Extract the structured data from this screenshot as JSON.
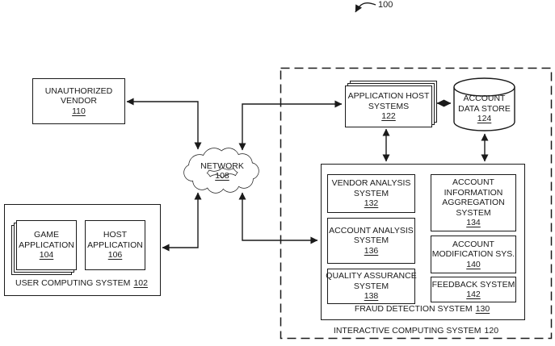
{
  "figure": {
    "ref_label": "100"
  },
  "nodes": {
    "unauthorized_vendor": {
      "title": "UNAUTHORIZED\nVENDOR",
      "ref": "110"
    },
    "network": {
      "title": "NETWORK",
      "ref": "108"
    },
    "game_application": {
      "title": "GAME\nAPPLICATION",
      "ref": "104"
    },
    "host_application": {
      "title": "HOST\nAPPLICATION",
      "ref": "106"
    },
    "user_computing_system": {
      "title": "USER COMPUTING SYSTEM",
      "ref": "102"
    },
    "application_host_systems": {
      "title": "APPLICATION HOST\nSYSTEMS",
      "ref": "122"
    },
    "account_data_store": {
      "title": "ACCOUNT\nDATA STORE",
      "ref": "124"
    },
    "vendor_analysis_system": {
      "title": "VENDOR ANALYSIS\nSYSTEM",
      "ref": "132"
    },
    "account_analysis_system": {
      "title": "ACCOUNT ANALYSIS\nSYSTEM",
      "ref": "136"
    },
    "quality_assurance_system": {
      "title": "QUALITY ASSURANCE\nSYSTEM",
      "ref": "138"
    },
    "account_information_aggregation_system": {
      "title": "ACCOUNT\nINFORMATION\nAGGREGATION\nSYSTEM",
      "ref": "134"
    },
    "account_modification_system": {
      "title": "ACCOUNT\nMODIFICATION SYS.",
      "ref": "140"
    },
    "feedback_system": {
      "title": "FEEDBACK SYSTEM",
      "ref": "142"
    },
    "fraud_detection_system": {
      "title": "FRAUD DETECTION SYSTEM",
      "ref": "130"
    },
    "interactive_computing_system": {
      "title": "INTERACTIVE COMPUTING SYSTEM",
      "ref": "120"
    }
  },
  "colors": {
    "line": "#1a1a1a",
    "background": "#ffffff"
  }
}
